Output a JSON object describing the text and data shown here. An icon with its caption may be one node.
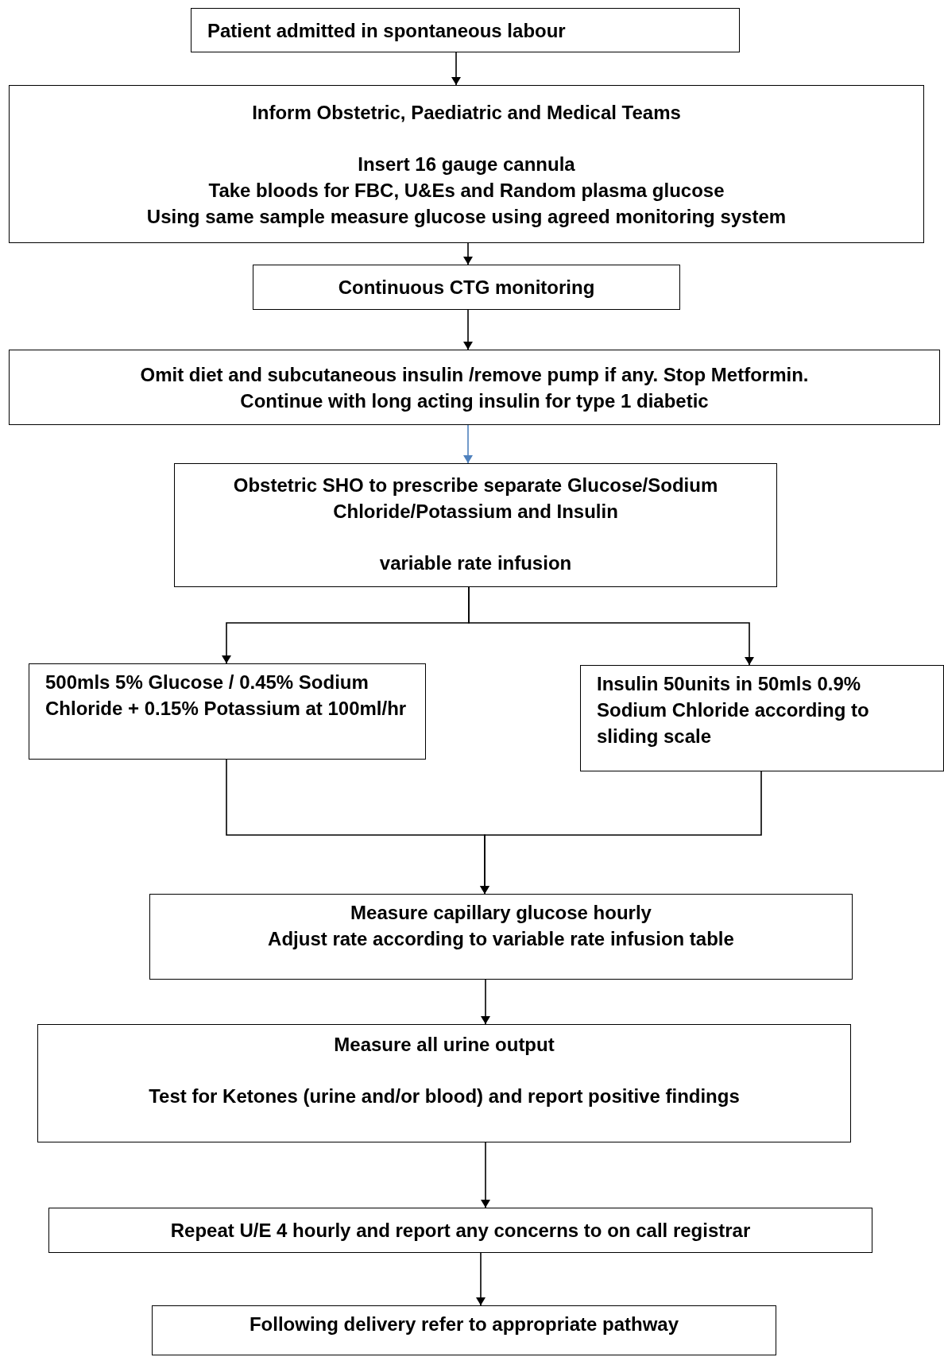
{
  "diagram": {
    "nodes": [
      {
        "text": [
          "Patient admitted in spontaneous labour"
        ]
      },
      {
        "text": [
          "Inform Obstetric, Paediatric and Medical Teams",
          "Insert 16 gauge cannula",
          "Take bloods for FBC, U&Es and Random plasma glucose",
          "Using same sample measure glucose using agreed monitoring system"
        ]
      },
      {
        "text": [
          "Continuous CTG monitoring"
        ]
      },
      {
        "text": [
          "Omit diet and subcutaneous insulin /remove pump if any. Stop Metformin.",
          "Continue with long acting insulin for type 1 diabetic"
        ]
      },
      {
        "text": [
          "Obstetric SHO to prescribe separate Glucose/Sodium Chloride/Potassium and Insulin",
          "variable rate infusion"
        ]
      },
      {
        "text": [
          "500mls 5% Glucose / 0.45% Sodium Chloride + 0.15% Potassium at 100ml/hr"
        ]
      },
      {
        "text": [
          "Insulin 50units in 50mls 0.9% Sodium Chloride according to sliding scale"
        ]
      },
      {
        "text": [
          "Measure capillary glucose hourly",
          "Adjust rate according to variable rate infusion table"
        ]
      },
      {
        "text": [
          "Measure all urine output",
          "Test for Ketones (urine and/or blood) and report positive findings"
        ]
      },
      {
        "text": [
          "Repeat U/E 4 hourly and report any concerns to on call registrar"
        ]
      },
      {
        "text": [
          "Following delivery refer to appropriate pathway"
        ]
      }
    ],
    "edges": [
      {
        "from": 0,
        "to": 1,
        "arrow": "to"
      },
      {
        "from": 1,
        "to": 2,
        "arrow": "to"
      },
      {
        "from": 2,
        "to": 3,
        "arrow": "to"
      },
      {
        "from": 3,
        "to": 4,
        "arrow": "to",
        "color": "#4f81bd"
      },
      {
        "from": 4,
        "to": 5,
        "arrow": "to"
      },
      {
        "from": 4,
        "to": 6,
        "arrow": "to"
      },
      {
        "from": 5,
        "to": 7,
        "arrow": "to"
      },
      {
        "from": 6,
        "to": 7,
        "arrow": "to"
      },
      {
        "from": 7,
        "to": 8,
        "arrow": "to"
      },
      {
        "from": 8,
        "to": 9,
        "arrow": "to"
      },
      {
        "from": 9,
        "to": 10,
        "arrow": "to"
      }
    ]
  }
}
